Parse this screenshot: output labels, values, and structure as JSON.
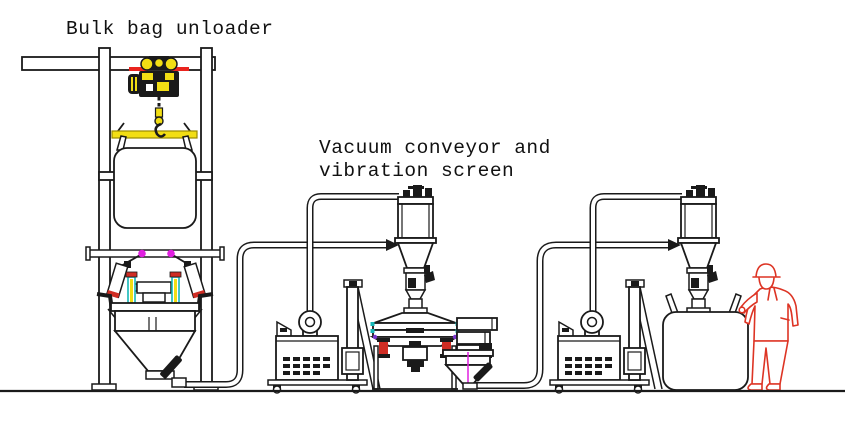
{
  "titles": {
    "bulk_bag_unloader": "Bulk bag unloader",
    "vacuum_line1": "Vacuum conveyor and",
    "vacuum_line2": "vibration screen"
  },
  "colors": {
    "line": "#1a1a1a",
    "background": "#ffffff",
    "hoist_yellow": "#f2de14",
    "yellow_outline": "#9a8a00",
    "rail_red": "#ea241e",
    "magenta": "#e020e0",
    "teal": "#15b7b7",
    "spring_red": "#cf2d24",
    "purple": "#7a35cc",
    "person_red": "#dd3424"
  }
}
